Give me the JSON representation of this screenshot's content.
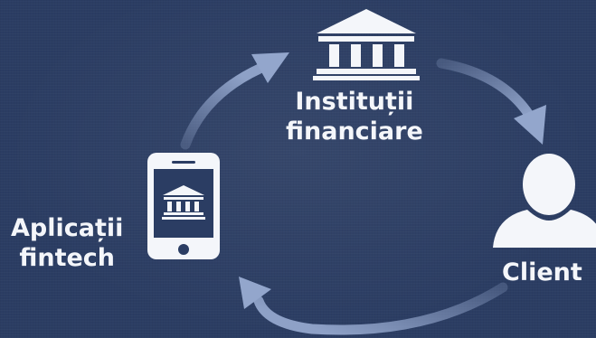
{
  "nodes": {
    "institutions": {
      "line1": "Instituții",
      "line2": "financiare"
    },
    "app": {
      "line1": "Aplicații",
      "line2": "fintech"
    },
    "client": {
      "label": "Client"
    }
  },
  "colors": {
    "background": "#2b3d63",
    "icon": "#f4f6fa",
    "arrow": "#93a6cc"
  },
  "icons": [
    "bank-icon",
    "smartphone-icon",
    "user-icon"
  ]
}
